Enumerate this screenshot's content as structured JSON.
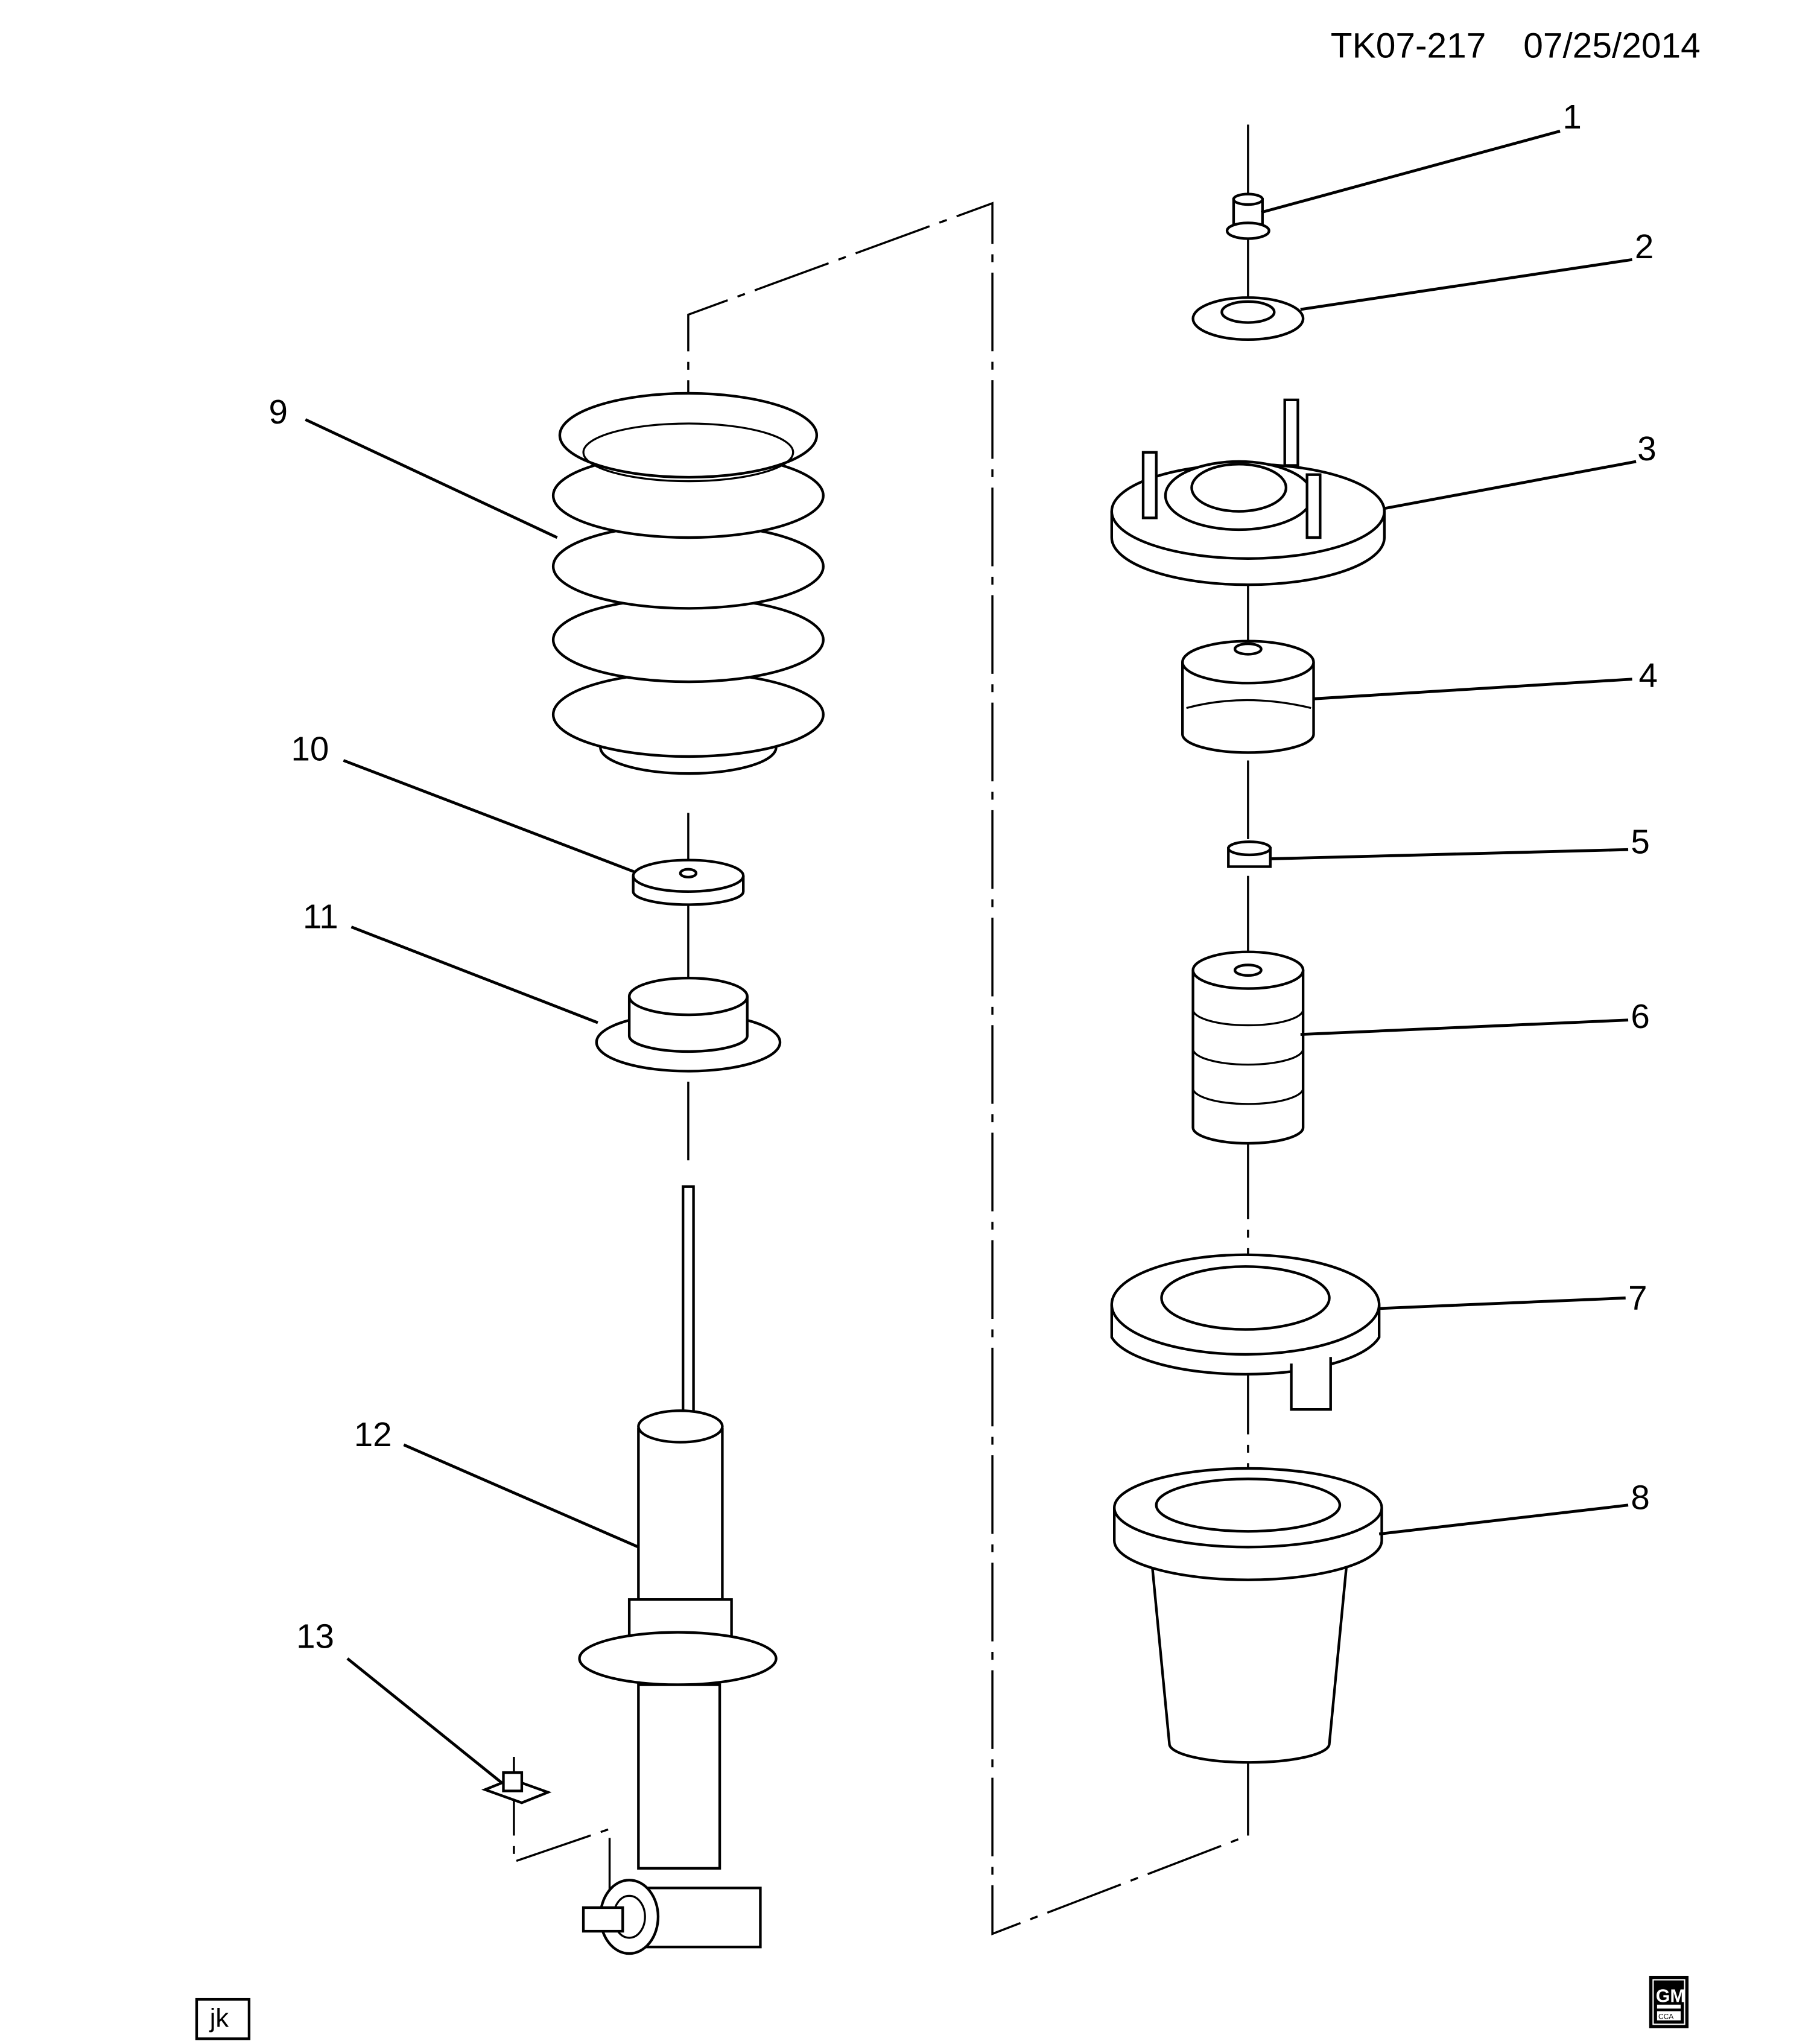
{
  "header": {
    "drawing_id": "TK07-217",
    "date": "07/25/2014"
  },
  "callouts": [
    "1",
    "2",
    "3",
    "4",
    "5",
    "6",
    "7",
    "8",
    "9",
    "10",
    "11",
    "12",
    "13"
  ],
  "footer": {
    "initials": "jk",
    "logo_text": "GM",
    "logo_subtext": "CCA"
  }
}
